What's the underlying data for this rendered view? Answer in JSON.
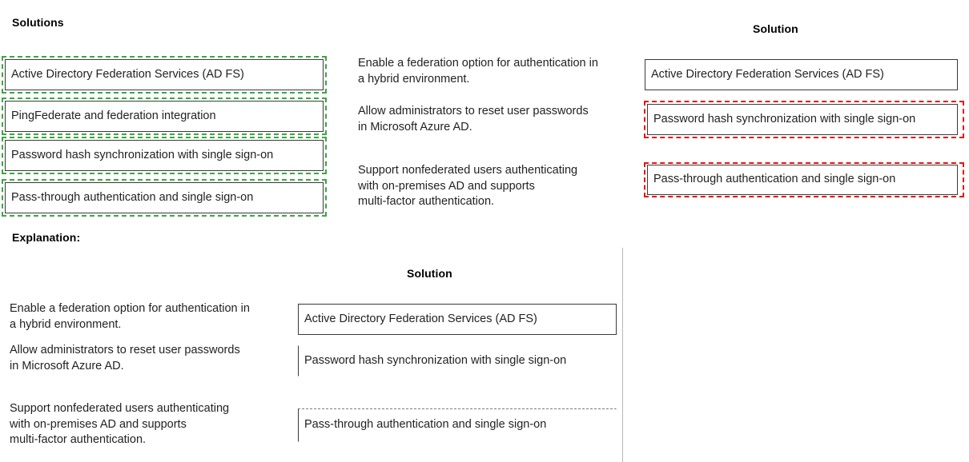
{
  "top": {
    "solutions_heading": "Solutions",
    "solution_heading": "Solution",
    "options": [
      "Active Directory Federation Services (AD FS)",
      "PingFederate and federation integration",
      "Password hash synchronization with single sign-on",
      "Pass-through authentication and single sign-on"
    ],
    "requirements": [
      "Enable a federation option for authentication in\na hybrid environment.",
      "Allow administrators to reset user passwords\nin Microsoft Azure AD.",
      "Support nonfederated users authenticating\nwith on-premises AD and supports\nmulti-factor authentication."
    ],
    "answers": [
      "Active Directory Federation Services (AD FS)",
      "Password hash synchronization with single sign-on",
      "Pass-through authentication and single sign-on"
    ]
  },
  "explanation": {
    "label": "Explanation:",
    "solution_heading": "Solution",
    "requirements": [
      "Enable a federation option for authentication in\na hybrid environment.",
      "Allow administrators to reset user passwords\nin Microsoft Azure AD.",
      "Support nonfederated users authenticating\nwith on-premises AD and supports\nmulti-factor authentication."
    ],
    "answers": [
      "Active Directory Federation Services (AD FS)",
      "Password hash synchronization with single sign-on",
      "Pass-through authentication and single sign-on"
    ]
  },
  "colors": {
    "correct_highlight": "#3ba742",
    "selected_highlight": "#e8120f",
    "box_border": "#3a3a3a"
  }
}
